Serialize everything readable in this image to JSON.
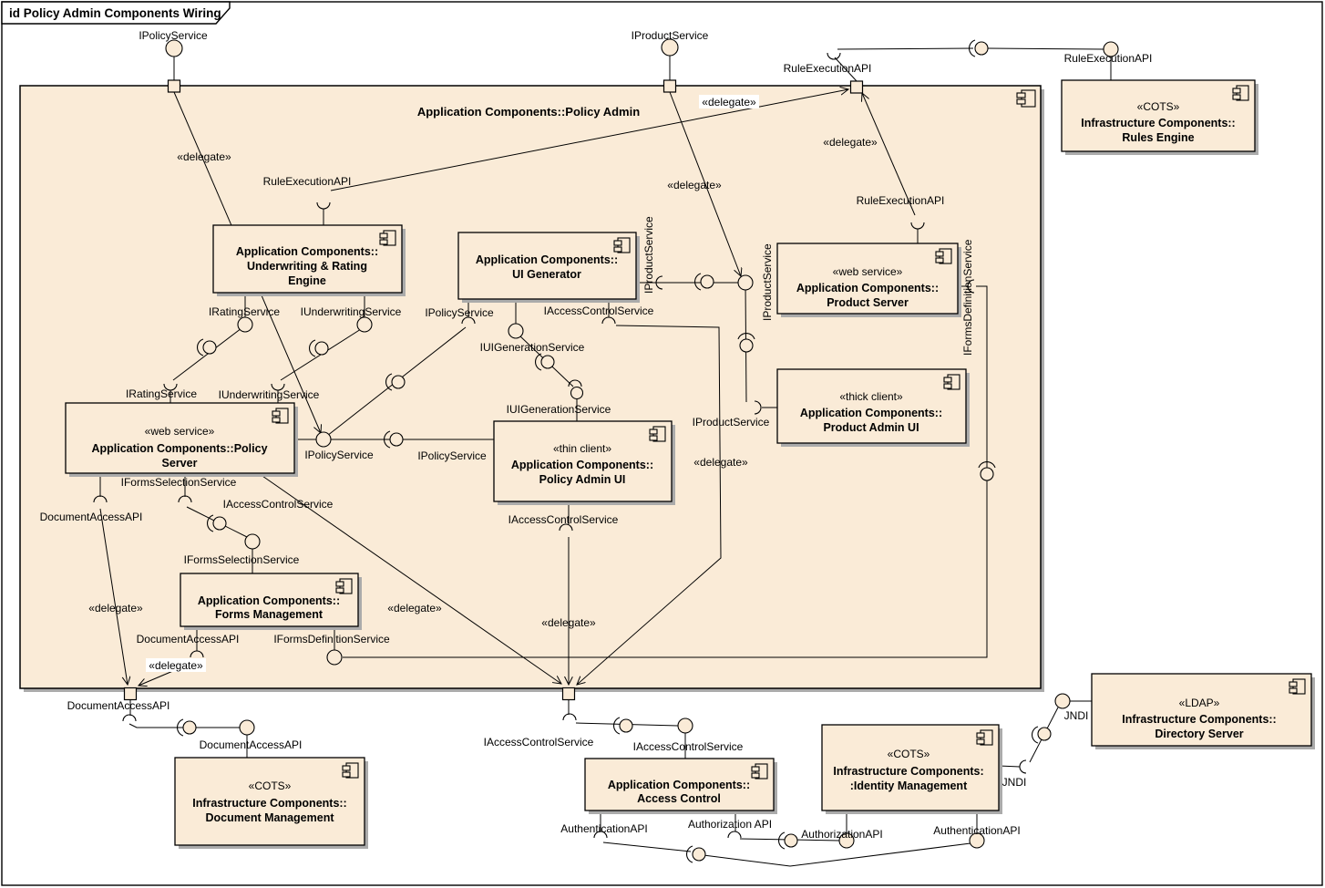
{
  "diagram": {
    "tab_title": "id Policy Admin Components Wiring",
    "frame_title": "Application Components::Policy Admin"
  },
  "colors": {
    "component_fill": "#FAEBD7",
    "line": "#000000",
    "shadow": "#ABABAB",
    "background": "#FFFFFF",
    "label_background": "#FFFFFF"
  },
  "interfaces": {
    "ipolicy": "IPolicyService",
    "iproduct": "IProductService",
    "rule_exec": "RuleExecutionAPI",
    "irating": "IRatingService",
    "iunderwriting": "IUnderwritingService",
    "iuigen": "IUIGenerationService",
    "iaccess": "IAccessControlService",
    "iformssel": "IFormsSelectionService",
    "iformsdef": "IFormsDefinitionService",
    "docaccess": "DocumentAccessAPI",
    "jndi": "JNDI",
    "authn": "AuthenticationAPI",
    "authz": "AuthorizationAPI",
    "authz_spaced": "Authorization API",
    "delegate": "«delegate»"
  },
  "components": {
    "underwriting_rating_engine": {
      "lines": [
        "Application Components::",
        "Underwriting & Rating",
        "Engine"
      ]
    },
    "ui_generator": {
      "lines": [
        "Application Components::",
        "UI Generator"
      ]
    },
    "product_server": {
      "lines": [
        "«web service»",
        "Application Components::",
        "Product Server"
      ]
    },
    "product_admin_ui": {
      "lines": [
        "«thick client»",
        "Application Components::",
        "Product Admin UI"
      ]
    },
    "policy_server": {
      "lines": [
        "«web service»",
        "Application Components::Policy",
        "Server"
      ]
    },
    "policy_admin_ui": {
      "lines": [
        "«thin client»",
        "Application Components::",
        "Policy Admin UI"
      ]
    },
    "forms_management": {
      "lines": [
        "Application Components::",
        "Forms Management"
      ]
    },
    "rules_engine": {
      "lines": [
        "«COTS»",
        "Infrastructure Components::",
        "Rules Engine"
      ]
    },
    "document_management": {
      "lines": [
        "«COTS»",
        "Infrastructure Components::",
        "Document Management"
      ]
    },
    "access_control": {
      "lines": [
        "Application Components::",
        "Access Control"
      ]
    },
    "identity_management": {
      "lines": [
        "«COTS»",
        "Infrastructure Components:",
        ":Identity Management"
      ]
    },
    "directory_server": {
      "lines": [
        "«LDAP»",
        "Infrastructure Components::",
        "Directory Server"
      ]
    }
  }
}
